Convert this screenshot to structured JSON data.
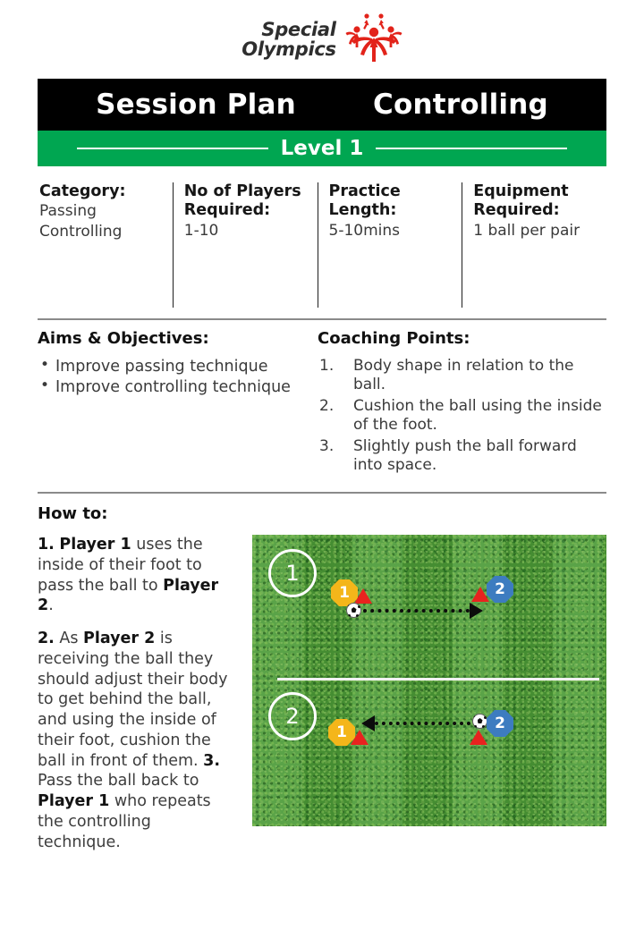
{
  "logo": {
    "line1": "Special",
    "line2": "Olympics",
    "mark_name": "special-olympics-figure-icon",
    "mark_color": "#e2231a"
  },
  "header": {
    "title": "Session Plan",
    "topic": "Controlling",
    "level": "Level 1",
    "bar_color": "#000000",
    "level_bar_color": "#00a651"
  },
  "info": [
    {
      "head": "Category:",
      "value": "Passing\nControlling"
    },
    {
      "head": "No of Players Required:",
      "value": "1-10"
    },
    {
      "head": "Practice Length:",
      "value": "5-10mins"
    },
    {
      "head": "Equipment Required:",
      "value": "1 ball per pair"
    }
  ],
  "info_cells": {
    "c0_head": "Category:",
    "c0_v1": "Passing",
    "c0_v2": "Controlling",
    "c1_head_l1": "No of Players",
    "c1_head_l2": "Required:",
    "c1_val": "1-10",
    "c2_head_l1": "Practice",
    "c2_head_l2": "Length:",
    "c2_val": "5-10mins",
    "c3_head_l1": "Equipment",
    "c3_head_l2": "Required:",
    "c3_val": "1 ball per pair"
  },
  "aims": {
    "heading": "Aims & Objectives:",
    "items": [
      "Improve passing technique",
      "Improve controlling technique"
    ]
  },
  "coaching": {
    "heading": "Coaching Points:",
    "items": [
      "Body shape in relation to the ball.",
      "Cushion the ball using the inside of the foot.",
      "Slightly push the ball forward into space."
    ]
  },
  "howto": {
    "heading": "How to:",
    "step1": {
      "num": "1.",
      "bold1": "Player 1",
      "mid": " uses the inside of their foot to pass the ball to ",
      "bold2": "Player 2",
      "end": "."
    },
    "step2": {
      "num": "2.",
      "lead": " As ",
      "bold1": "Player 2",
      "rest": " is receiving the ball they should adjust their body to get behind the ball, and using the inside of their foot, cushion the ball in front of them."
    },
    "step3": {
      "num": "3.",
      "lead": " Pass the ball back to ",
      "bold1": "Player 1",
      "rest": " who repeats the controlling technique."
    }
  },
  "diagram": {
    "drill1_label": "1",
    "drill2_label": "2",
    "player1_label": "1",
    "player2_label": "2",
    "player1_color": "#f4b61a",
    "player2_color": "#3d7cc0",
    "cone_color": "#e8231f",
    "pitch_color": "#4b9a37"
  }
}
